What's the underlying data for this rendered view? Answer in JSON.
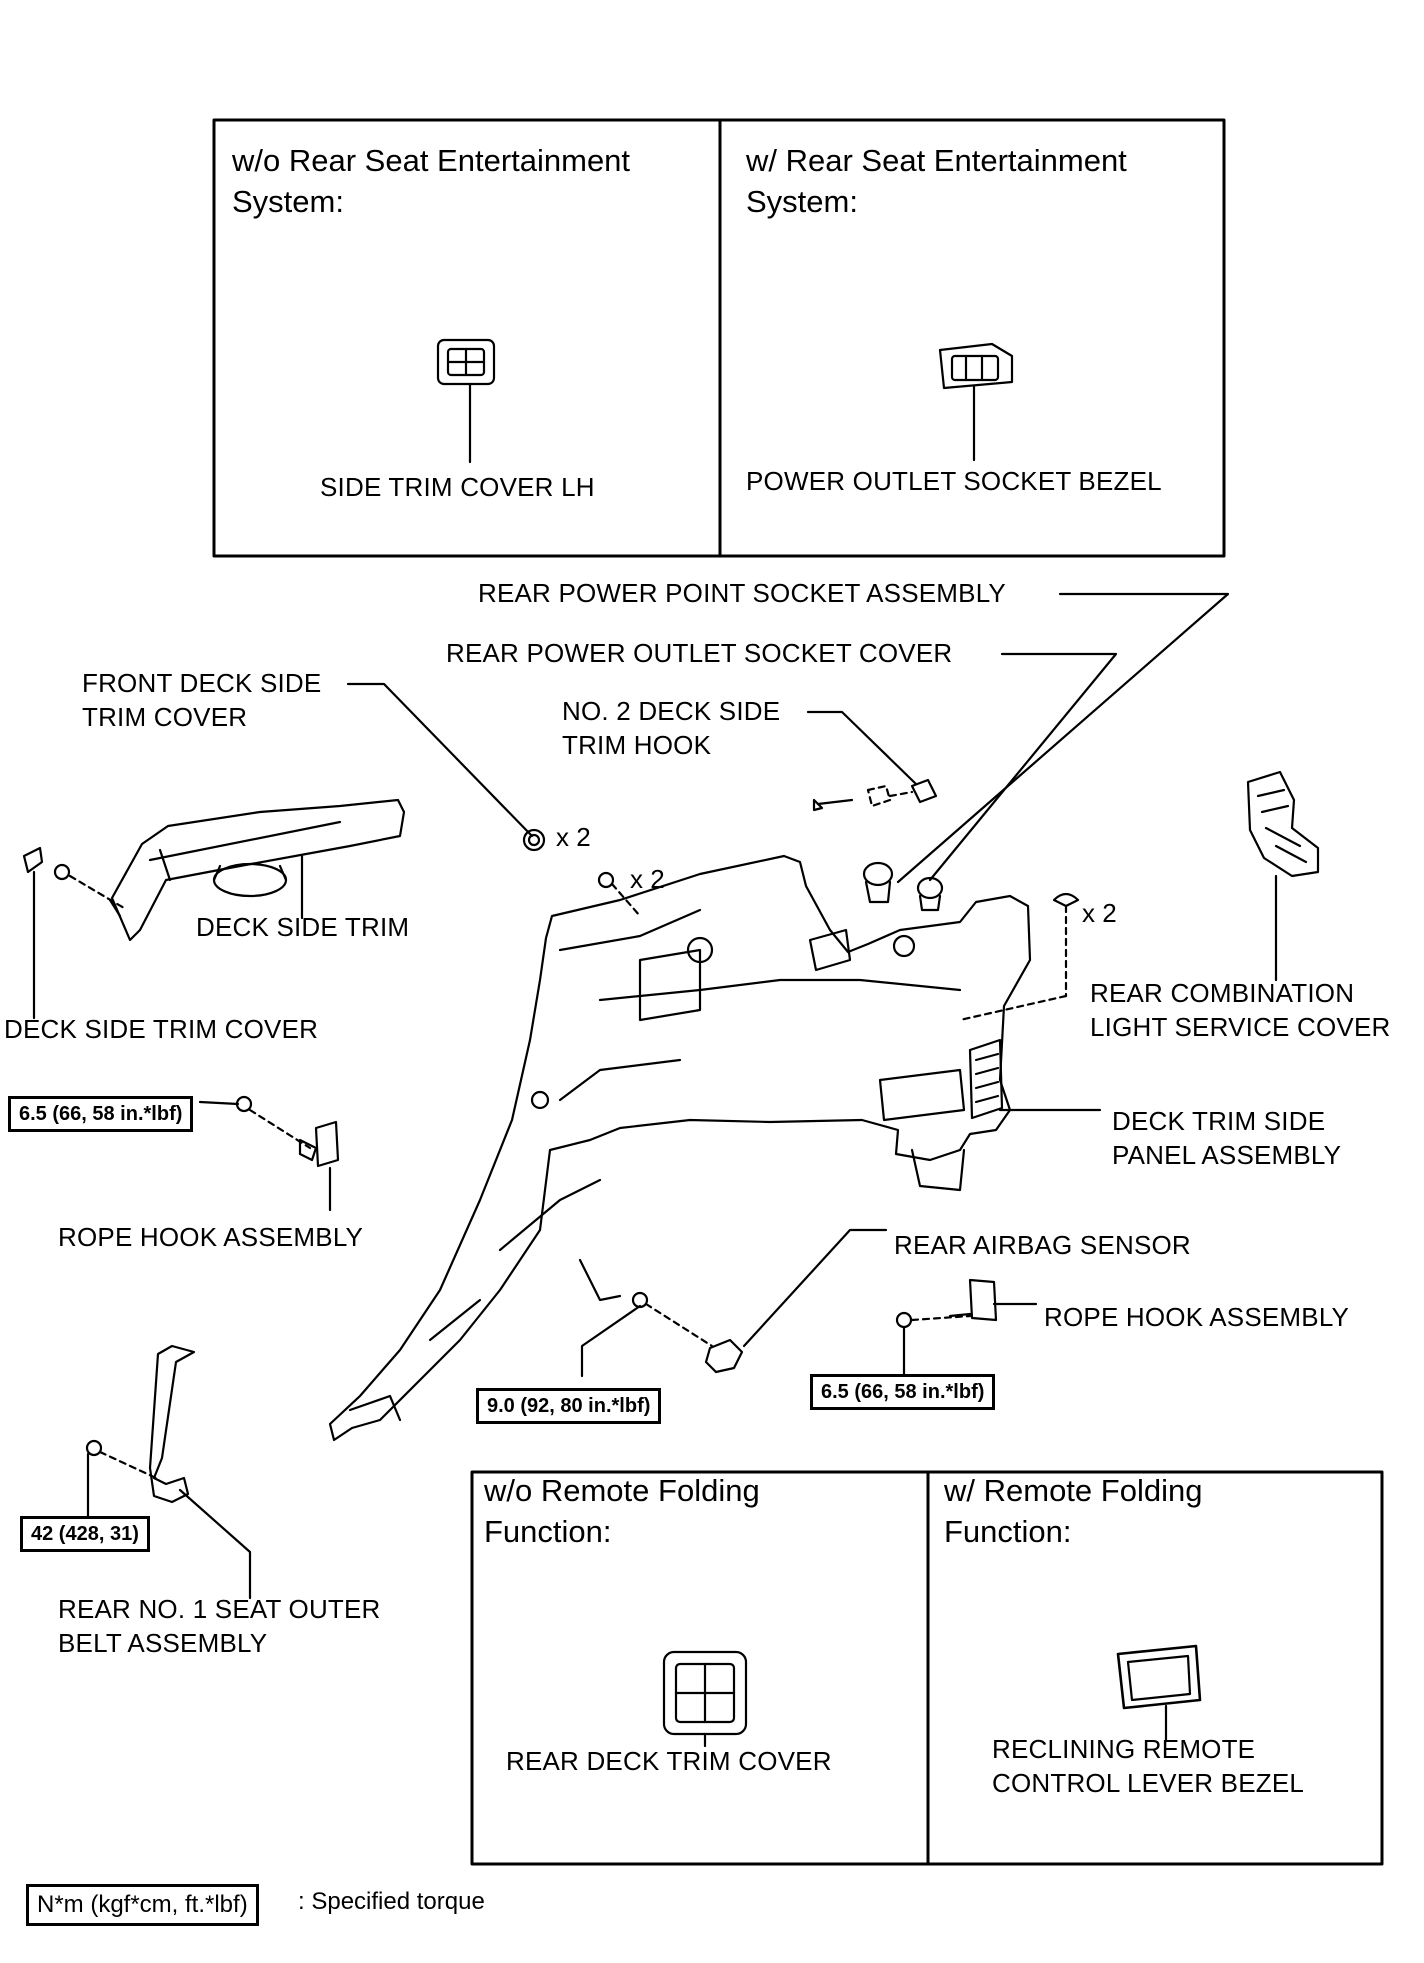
{
  "top_panel": {
    "left_header": "w/o Rear Seat Entertainment\nSystem:",
    "left_part": "SIDE TRIM COVER LH",
    "right_header": "w/ Rear Seat Entertainment\nSystem:",
    "right_part": "POWER OUTLET SOCKET BEZEL"
  },
  "bottom_panel": {
    "left_header": "w/o Remote Folding\nFunction:",
    "left_part": "REAR DECK TRIM COVER",
    "right_header": "w/ Remote Folding\nFunction:",
    "right_part": "RECLINING REMOTE\nCONTROL LEVER BEZEL"
  },
  "labels": {
    "rear_power_point": "REAR POWER POINT SOCKET ASSEMBLY",
    "rear_power_outlet_cover": "REAR POWER OUTLET SOCKET COVER",
    "front_deck_side_trim_cover": "FRONT DECK SIDE\nTRIM COVER",
    "no2_deck_side_trim_hook": "NO. 2 DECK SIDE\nTRIM HOOK",
    "deck_side_trim": "DECK SIDE TRIM",
    "deck_side_trim_cover": "DECK SIDE TRIM COVER",
    "rear_combination_light": "REAR COMBINATION\nLIGHT SERVICE COVER",
    "deck_trim_side_panel": "DECK TRIM SIDE\nPANEL ASSEMBLY",
    "rope_hook_left": "ROPE HOOK ASSEMBLY",
    "rear_airbag_sensor": "REAR AIRBAG SENSOR",
    "rope_hook_right": "ROPE HOOK ASSEMBLY",
    "rear_seat_belt": "REAR NO. 1 SEAT OUTER\nBELT ASSEMBLY"
  },
  "quantities": {
    "clip_front_cover": "x 2",
    "clip_upper": "x 2",
    "clip_right": "x 2"
  },
  "torques": {
    "rope_hook_left": "6.5 (66, 58 in.*lbf)",
    "airbag_sensor": "9.0 (92, 80 in.*lbf)",
    "rope_hook_right": "6.5 (66, 58 in.*lbf)",
    "seat_belt": "42 (428, 31)"
  },
  "legend": {
    "box": "N*m (kgf*cm, ft.*lbf)",
    "text": ": Specified torque"
  }
}
